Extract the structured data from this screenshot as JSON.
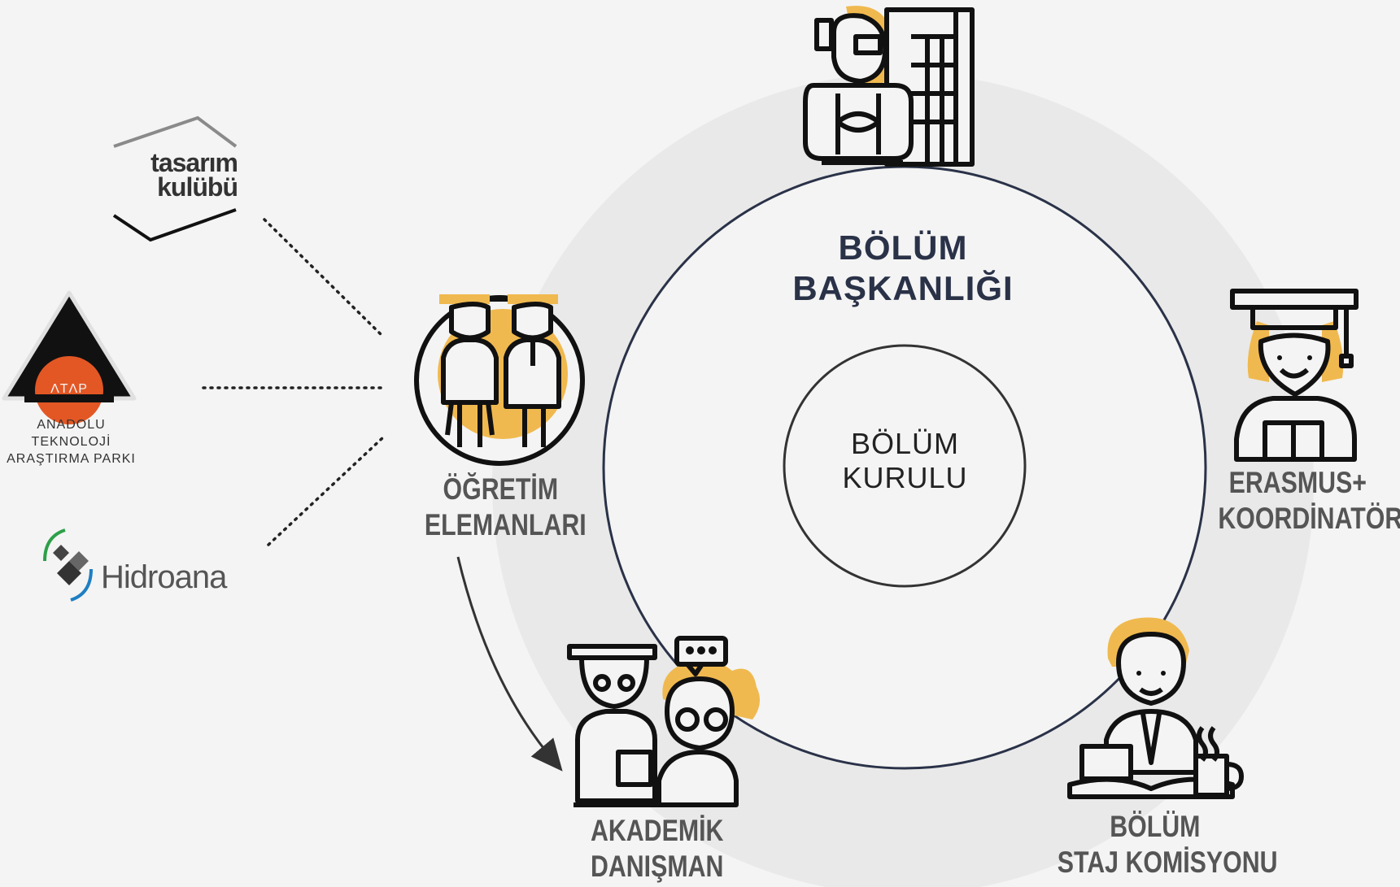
{
  "center": {
    "head_line1": "BÖLÜM",
    "head_line2": "BAŞKANLIĞI",
    "council_line1": "BÖLÜM",
    "council_line2": "KURULU"
  },
  "roles": {
    "faculty_line1": "ÖĞRETİM",
    "faculty_line2": "ELEMANLARI",
    "erasmus_line1": "ERASMUS+",
    "erasmus_line2": "KOORDİNATÖRÜ",
    "advisor_line1": "AKADEMİK",
    "advisor_line2": "DANIŞMAN",
    "internship_line1": "BÖLÜM",
    "internship_line2": "STAJ KOMİSYONU"
  },
  "partners": {
    "tasarim_line1": "tasarım",
    "tasarim_line2": "kulübü",
    "atap_mark": "ΛTΛP",
    "atap_line1": "ANADOLU TEKNOLOJİ",
    "atap_line2": "ARAŞTIRMA PARKI",
    "hidroana": "Hidroana"
  },
  "colors": {
    "accent": "#f0b94f",
    "ring": "#2a3248",
    "outer_disc": "#e9e9e9",
    "icon_stroke": "#111111"
  }
}
